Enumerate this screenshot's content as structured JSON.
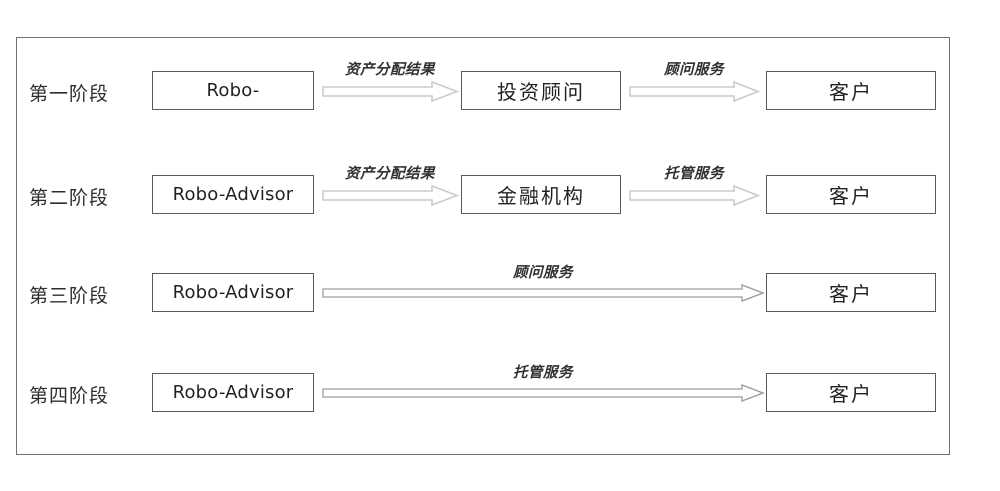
{
  "figure": {
    "type": "flow-diagram",
    "background_color": "#ffffff",
    "frame_border_color": "#6f7275",
    "node_border_color": "#57595c",
    "arrow_stroke_color": "#c9cbcd",
    "thin_arrow_stroke_color": "#9a9c9e",
    "text_color": "#1f2123"
  },
  "rows": [
    {
      "stage": "第一阶段",
      "source": "Robo-",
      "arrow1_label": "资产分配结果",
      "middle": "投资顾问",
      "arrow2_label": "顾问服务",
      "target": "客户"
    },
    {
      "stage": "第二阶段",
      "source": "Robo-Advisor",
      "arrow1_label": "资产分配结果",
      "middle": "金融机构",
      "arrow2_label": "托管服务",
      "target": "客户"
    },
    {
      "stage": "第三阶段",
      "source": "Robo-Advisor",
      "arrow1_label": "顾问服务",
      "middle": null,
      "arrow2_label": null,
      "target": "客户"
    },
    {
      "stage": "第四阶段",
      "source": "Robo-Advisor",
      "arrow1_label": "托管服务",
      "middle": null,
      "arrow2_label": null,
      "target": "客户"
    }
  ]
}
